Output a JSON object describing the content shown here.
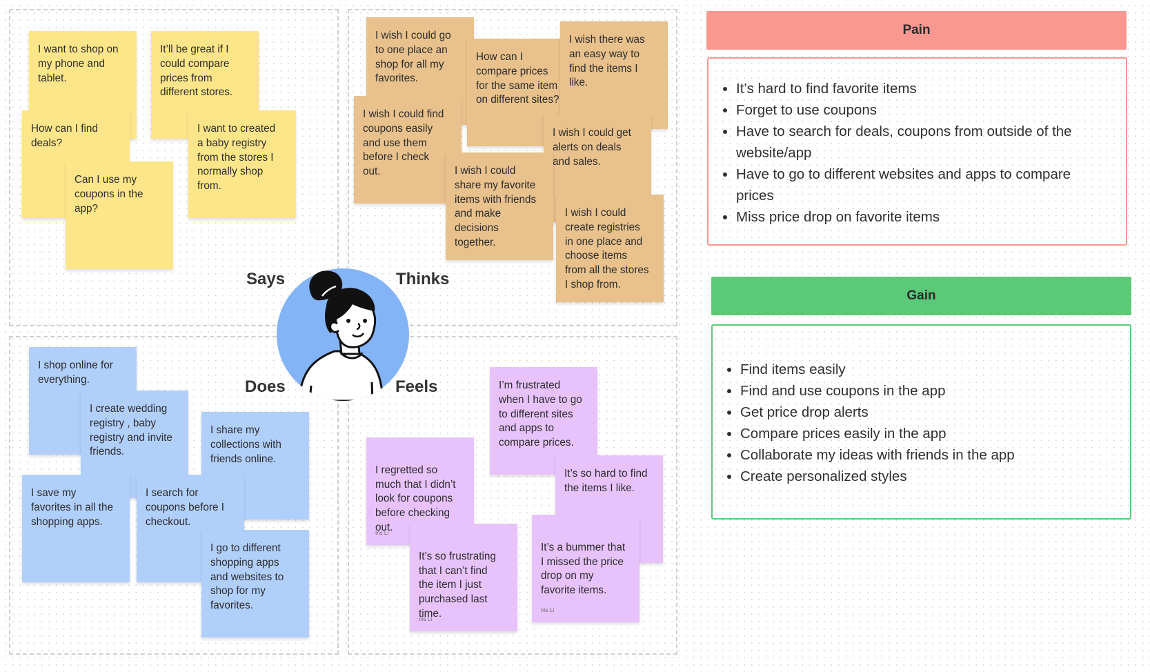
{
  "quadrants": {
    "says": {
      "label": "Says",
      "notes": [
        {
          "text": "I want to shop on\nmy phone and\ntablet."
        },
        {
          "text": "It’ll be great if I\ncould  compare\nprices from\ndifferent stores."
        },
        {
          "text": "How can I find\ndeals?"
        },
        {
          "text": "I want to created\na baby registry\nfrom the stores I\nnormally shop\nfrom."
        },
        {
          "text": "Can I use my\ncoupons in the\napp?"
        }
      ]
    },
    "thinks": {
      "label": "Thinks",
      "notes": [
        {
          "text": "I wish I could go\nto one place an\nshop for all my\nfavorites."
        },
        {
          "text": "How can I\ncompare prices\nfor the same item\non different sites?"
        },
        {
          "text": "I wish there was\nan easy way to\nfind the items I\nlike."
        },
        {
          "text": "I wish I could find\ncoupons easily\nand use them\nbefore I check\nout."
        },
        {
          "text": "I wish I could get\nalerts on deals\nand sales."
        },
        {
          "text": "I wish I could\nshare my favorite\nitems with friends\nand make\ndecisions\ntogether."
        },
        {
          "text": "I wish I could\ncreate registries\nin one place and\nchoose items\nfrom all the stores\nI shop from."
        }
      ]
    },
    "does": {
      "label": "Does",
      "notes": [
        {
          "text": "I shop online for\neverything."
        },
        {
          "text": "I create wedding\nregistry , baby\nregistry and invite\nfriends."
        },
        {
          "text": "I share my\ncollections with\nfriends online."
        },
        {
          "text": "I save my\nfavorites in all the\nshopping apps."
        },
        {
          "text": "I search for\ncoupons before I\ncheckout."
        },
        {
          "text": "I go to different\nshopping apps\nand websites to\nshop for my\nfavorites."
        }
      ]
    },
    "feels": {
      "label": "Feels",
      "notes": [
        {
          "text": "I’m frustrated\nwhen I have to go\nto different sites\nand apps to\ncompare prices.",
          "author": ""
        },
        {
          "text": "I regretted so\nmuch that I didn’t\nlook for coupons\nbefore checking\nout.",
          "author": "Iris Li"
        },
        {
          "text": "It’s so hard to find\nthe items I like.",
          "author": ""
        },
        {
          "text": "It’s so frustrating\nthat I can’t find\nthe item I just\npurchased last\ntime.",
          "author": "Iris Li"
        },
        {
          "text": "It’s a bummer that\nI missed the price\ndrop on my\nfavorite items.",
          "author": "Iris Li"
        }
      ]
    }
  },
  "avatar": {
    "icon": "persona-avatar-icon",
    "bg_color": "#84b4f8"
  },
  "pain": {
    "title": "Pain",
    "header_color": "#f99891",
    "border_color": "#f99891",
    "items": [
      "It’s hard to find favorite items",
      "Forget to use coupons",
      "Have to search for deals, coupons from outside of the website/app",
      "Have to go to different websites and apps to compare prices",
      "Miss price drop on favorite items"
    ]
  },
  "gain": {
    "title": "Gain",
    "header_color": "#5bc978",
    "border_color": "#5bc978",
    "items": [
      "Find items easily",
      "Find and use coupons in the app",
      "Get price drop alerts",
      "Compare prices easily in the app",
      "Collaborate my ideas with friends in the app",
      "Create personalized styles"
    ]
  },
  "colors": {
    "says_note": "#fde68a",
    "thinks_note": "#e8c18c",
    "does_note": "#b1cffb",
    "feels_note": "#e8c2fb"
  }
}
